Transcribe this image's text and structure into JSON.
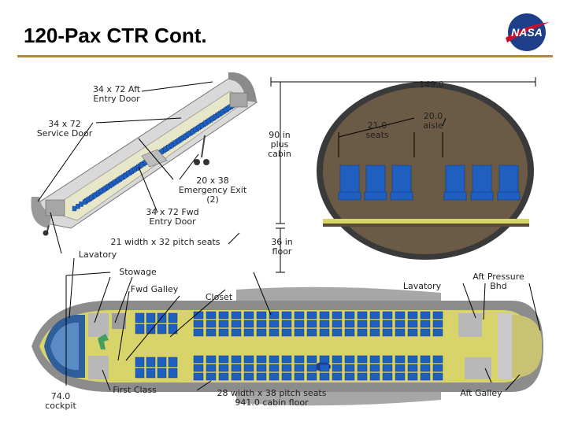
{
  "title": "120-Pax CTR Cont.",
  "logo_text": "NASA",
  "labels": {
    "aft_entry_door": "34 x 72 Aft\nEntry Door",
    "service_door": "34 x 72\nService  Door",
    "emergency_exit": "20 x 38\nEmergency Exit\n(2)",
    "fwd_entry_door": "34 x 72 Fwd\nEntry Door",
    "seats_21": "21 width x 32 pitch seats",
    "lavatory_fwd": "Lavatory",
    "cabin_90": "90 in\nplus\ncabin",
    "floor_36": "36 in\nfloor",
    "dim_149": "149.0",
    "seats_width": "21.0\nseats",
    "aisle_width": "20.0\naisle",
    "stowage": "Stowage",
    "fwd_galley": "Fwd Galley",
    "closet": "Closet",
    "lavatory_aft": "Lavatory",
    "aft_pressure_bhd": "Aft Pressure\nBhd",
    "cockpit": "74.0\ncockpit",
    "first_class": "First Class",
    "seats_28": "28 width x 38 pitch seats\n941.0 cabin floor",
    "aft_galley": "Aft Galley"
  },
  "colors": {
    "seat_blue": "#1f5fbf",
    "cabin_brown": "#6b5a45",
    "floor_yellow": "#d8d46a",
    "title_rule": "#b08a3c"
  }
}
